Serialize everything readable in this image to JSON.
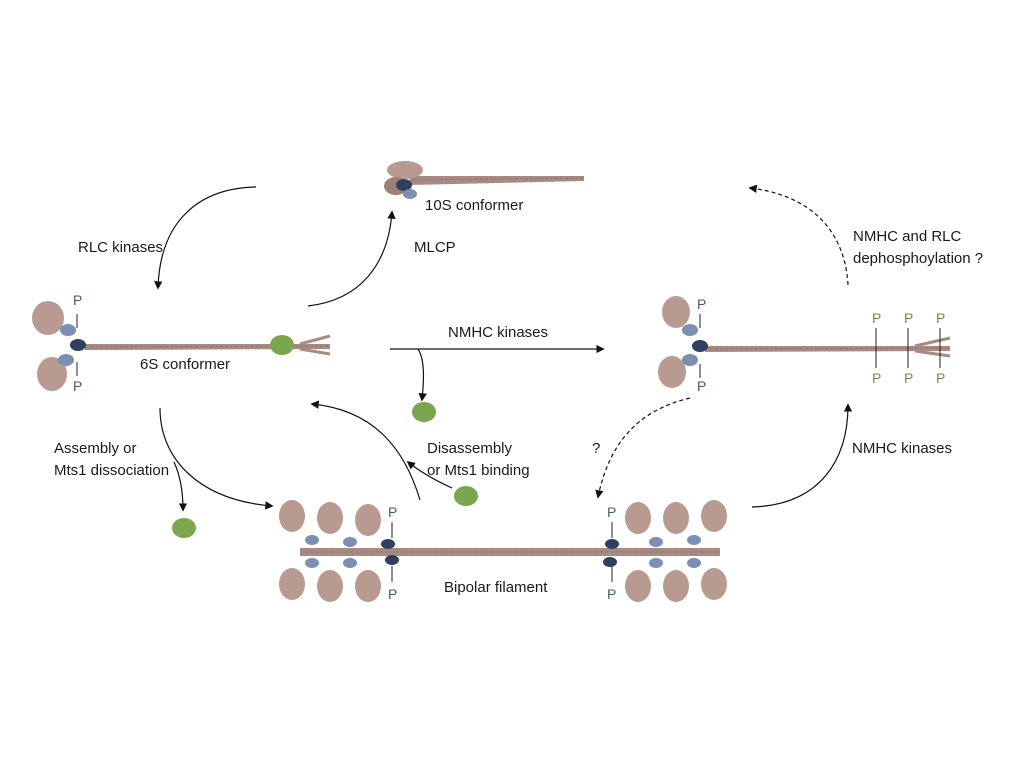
{
  "labels": {
    "conformer_10s": "10S conformer",
    "rlc_kinases": "RLC kinases",
    "mlcp": "MLCP",
    "dephos_line1": "NMHC and RLC",
    "dephos_line2": "dephosphoylation ?",
    "conformer_6s": "6S conformer",
    "nmhc_kinases_top": "NMHC kinases",
    "assembly_line1": "Assembly or",
    "assembly_line2": "Mts1 dissociation",
    "disassembly_line1": "Disassembly",
    "disassembly_line2": "or Mts1 binding",
    "question": "?",
    "nmhc_kinases_right": "NMHC kinases",
    "bipolar_filament": "Bipolar filament"
  },
  "phospho": {
    "rlc_mark": "P",
    "nmhc_mark": "P"
  },
  "colors": {
    "myosin_head": "#b89a90",
    "myosin_head_dark": "#9d8076",
    "rlc": "#2f3f5e",
    "elc": "#7b8fb3",
    "mts1": "#7aa64f",
    "rod": "#a88a84",
    "p_rlc": "#3f5c86",
    "p_nmhc": "#6e8b4e"
  }
}
